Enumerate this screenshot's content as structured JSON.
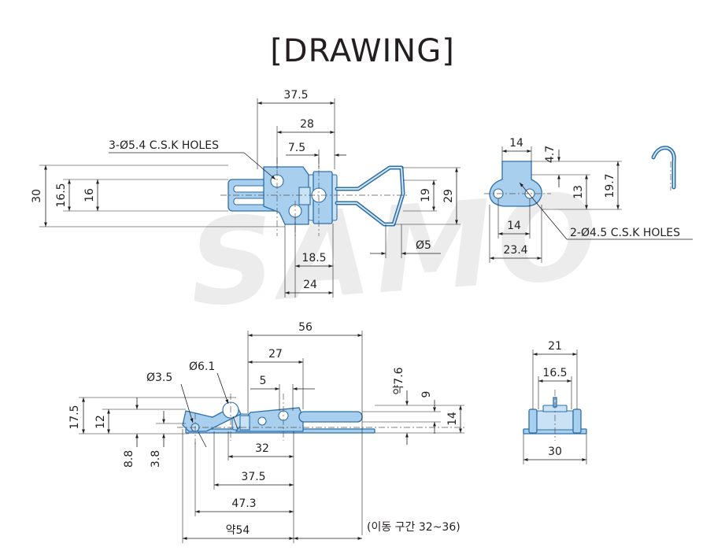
{
  "title": "[DRAWING]",
  "watermark": "SAMO",
  "colors": {
    "part_fill": "#a9cfee",
    "part_stroke": "#2e6fa8",
    "line": "#231f20"
  },
  "top_view": {
    "dims": {
      "d37_5": "37.5",
      "d28": "28",
      "d7_5": "7.5",
      "d30": "30",
      "d16_5": "16.5",
      "d16": "16",
      "d19": "19",
      "d29": "29",
      "d18_5": "18.5",
      "d24": "24",
      "d5": "Ø5"
    },
    "note_holes": "3-Ø5.4 C.S.K HOLES"
  },
  "keeper_top": {
    "dims": {
      "d14a": "14",
      "d4_7": "4.7",
      "d13": "13",
      "d19_7": "19.7",
      "d14b": "14",
      "d23_4": "23.4"
    },
    "note_holes": "2-Ø4.5 C.S.K HOLES"
  },
  "side_view": {
    "dims": {
      "d56": "56",
      "d27": "27",
      "d6_1": "Ø6.1",
      "d3_5": "Ø3.5",
      "d5": "5",
      "d7_6": "약7.6",
      "d9": "9",
      "d17_5": "17.5",
      "d12": "12",
      "d14": "14",
      "d8_8": "8.8",
      "d3_8": "3.8",
      "d32": "32",
      "d37_5": "37.5",
      "d47_3": "47.3",
      "d54": "약54"
    },
    "note_travel": "(이동 구간 32~36)"
  },
  "front_view": {
    "dims": {
      "d21": "21",
      "d16_5": "16.5",
      "d30": "30"
    }
  }
}
